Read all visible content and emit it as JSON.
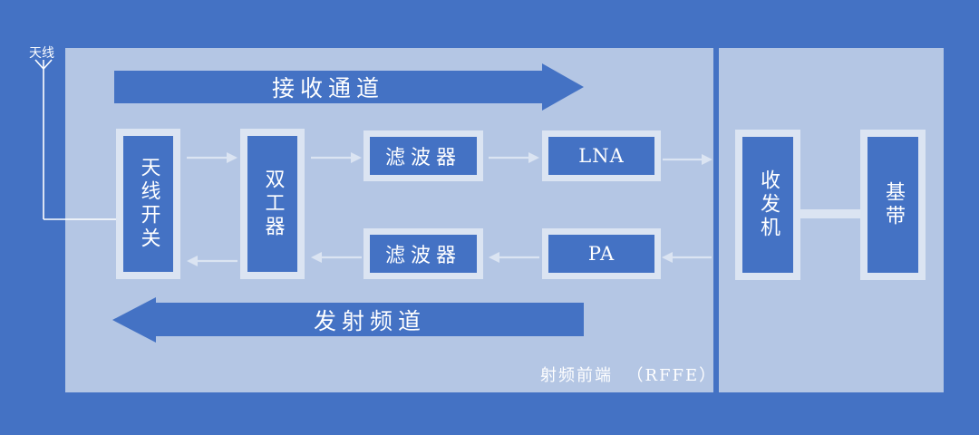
{
  "antenna": {
    "label": "天线"
  },
  "rx_channel": {
    "label": "接收通道"
  },
  "tx_channel": {
    "label": "发射频道"
  },
  "blocks": {
    "antenna_switch": "天线开关",
    "duplexer": "双工器",
    "rx_filter": "滤波器",
    "lna": "LNA",
    "tx_filter": "滤波器",
    "pa": "PA",
    "transceiver": "收发机",
    "baseband": "基带"
  },
  "rffe": {
    "label": "射频前端  （RFFE）"
  },
  "colors": {
    "background": "#4472c4",
    "panel": "#b4c6e4",
    "block_border": "#dbe4f2",
    "block_fill": "#4472c4",
    "arrow": "#dbe4f2",
    "text": "#ffffff"
  }
}
